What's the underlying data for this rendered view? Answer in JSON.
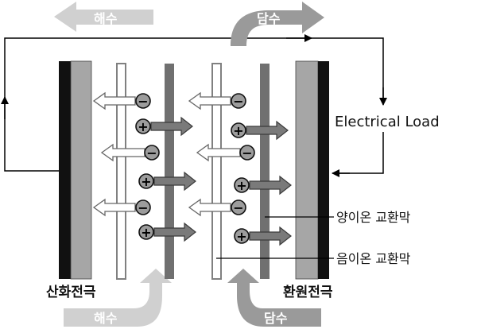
{
  "labels": {
    "top_left_flow": "해수",
    "top_right_flow": "담수",
    "bottom_left_flow": "해수",
    "bottom_right_flow": "담수",
    "anode": "산화전극",
    "cathode": "환원전극",
    "load": "Electrical Load",
    "cation_membrane": "양이온 교환막",
    "anion_membrane": "음이온 교환막"
  },
  "symbols": {
    "minus": "−",
    "plus": "+"
  },
  "colors": {
    "electrode_black": "#111111",
    "electrode_gray": "#a6a6a6",
    "cation_membrane": "#707070",
    "anion_membrane_fill": "#ffffff",
    "anion_membrane_edge": "#808080",
    "seawater_arrow": "#d0d0d0",
    "freshwater_arrow": "#9a9a9a",
    "cation_arrow": "#7a7a7a",
    "ion_circle": "#9c9c9c"
  }
}
